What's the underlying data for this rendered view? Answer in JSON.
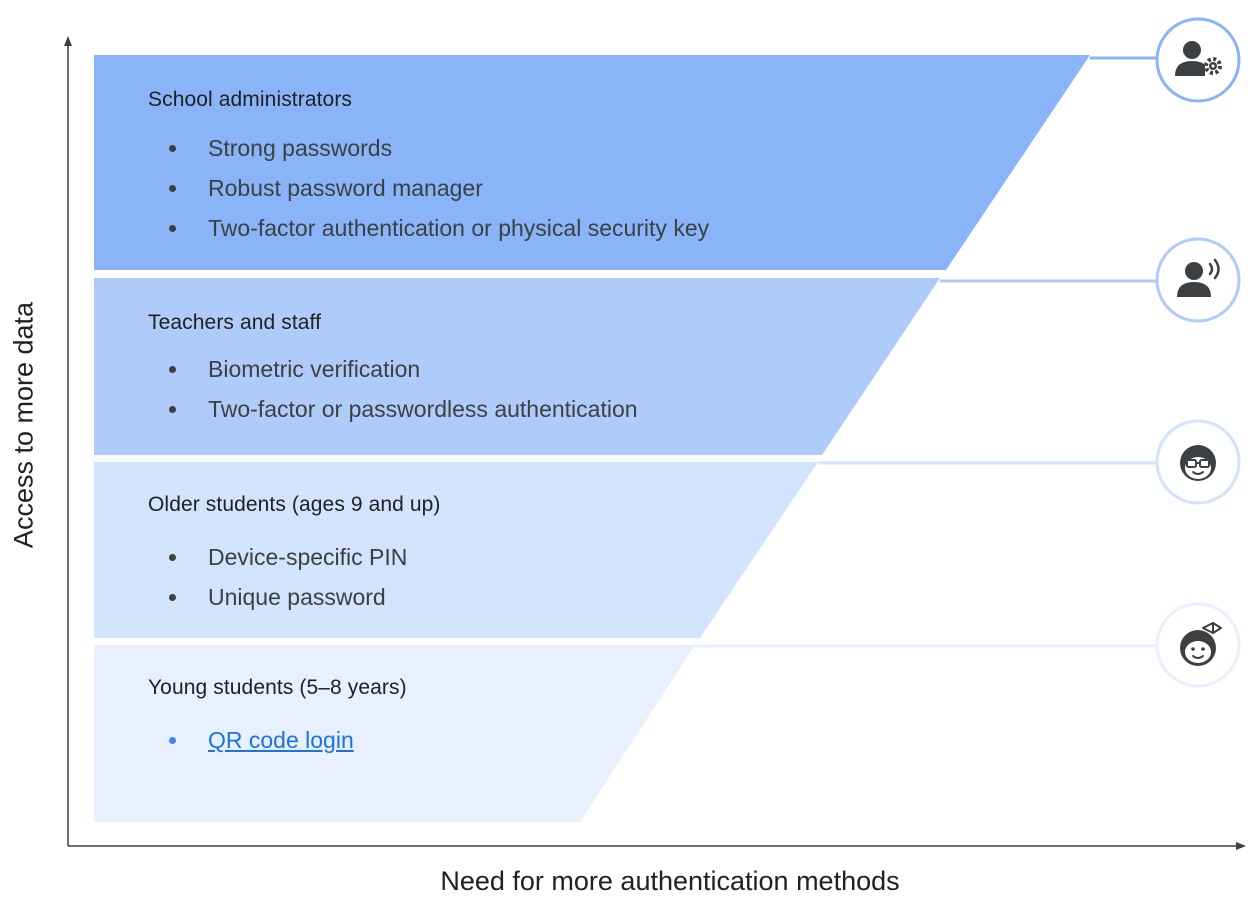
{
  "axes": {
    "y_label": "Access to more data",
    "x_label": "Need for more authentication methods"
  },
  "tiers": [
    {
      "title": "School administrators",
      "items": [
        "Strong passwords",
        "Robust password manager",
        "Two-factor authentication or physical security key"
      ],
      "fill": "#8ab4f8",
      "icon": "admin-gear-icon"
    },
    {
      "title": "Teachers and staff",
      "items": [
        "Biometric verification",
        "Two-factor or passwordless authentication"
      ],
      "fill": "#aecbfa",
      "icon": "speaking-person-icon"
    },
    {
      "title": "Older students (ages 9 and up)",
      "items": [
        "Device-specific PIN",
        "Unique password"
      ],
      "fill": "#d2e3fc",
      "icon": "student-glasses-icon"
    },
    {
      "title": "Young students (5–8 years)",
      "items": [
        "QR code login"
      ],
      "fill": "#e8f0fe",
      "icon": "child-bow-icon"
    }
  ],
  "colors": {
    "axis": "#3c4043",
    "connector": "#aecbfa",
    "link": "#1a73e8",
    "icon": "#3c4043"
  }
}
